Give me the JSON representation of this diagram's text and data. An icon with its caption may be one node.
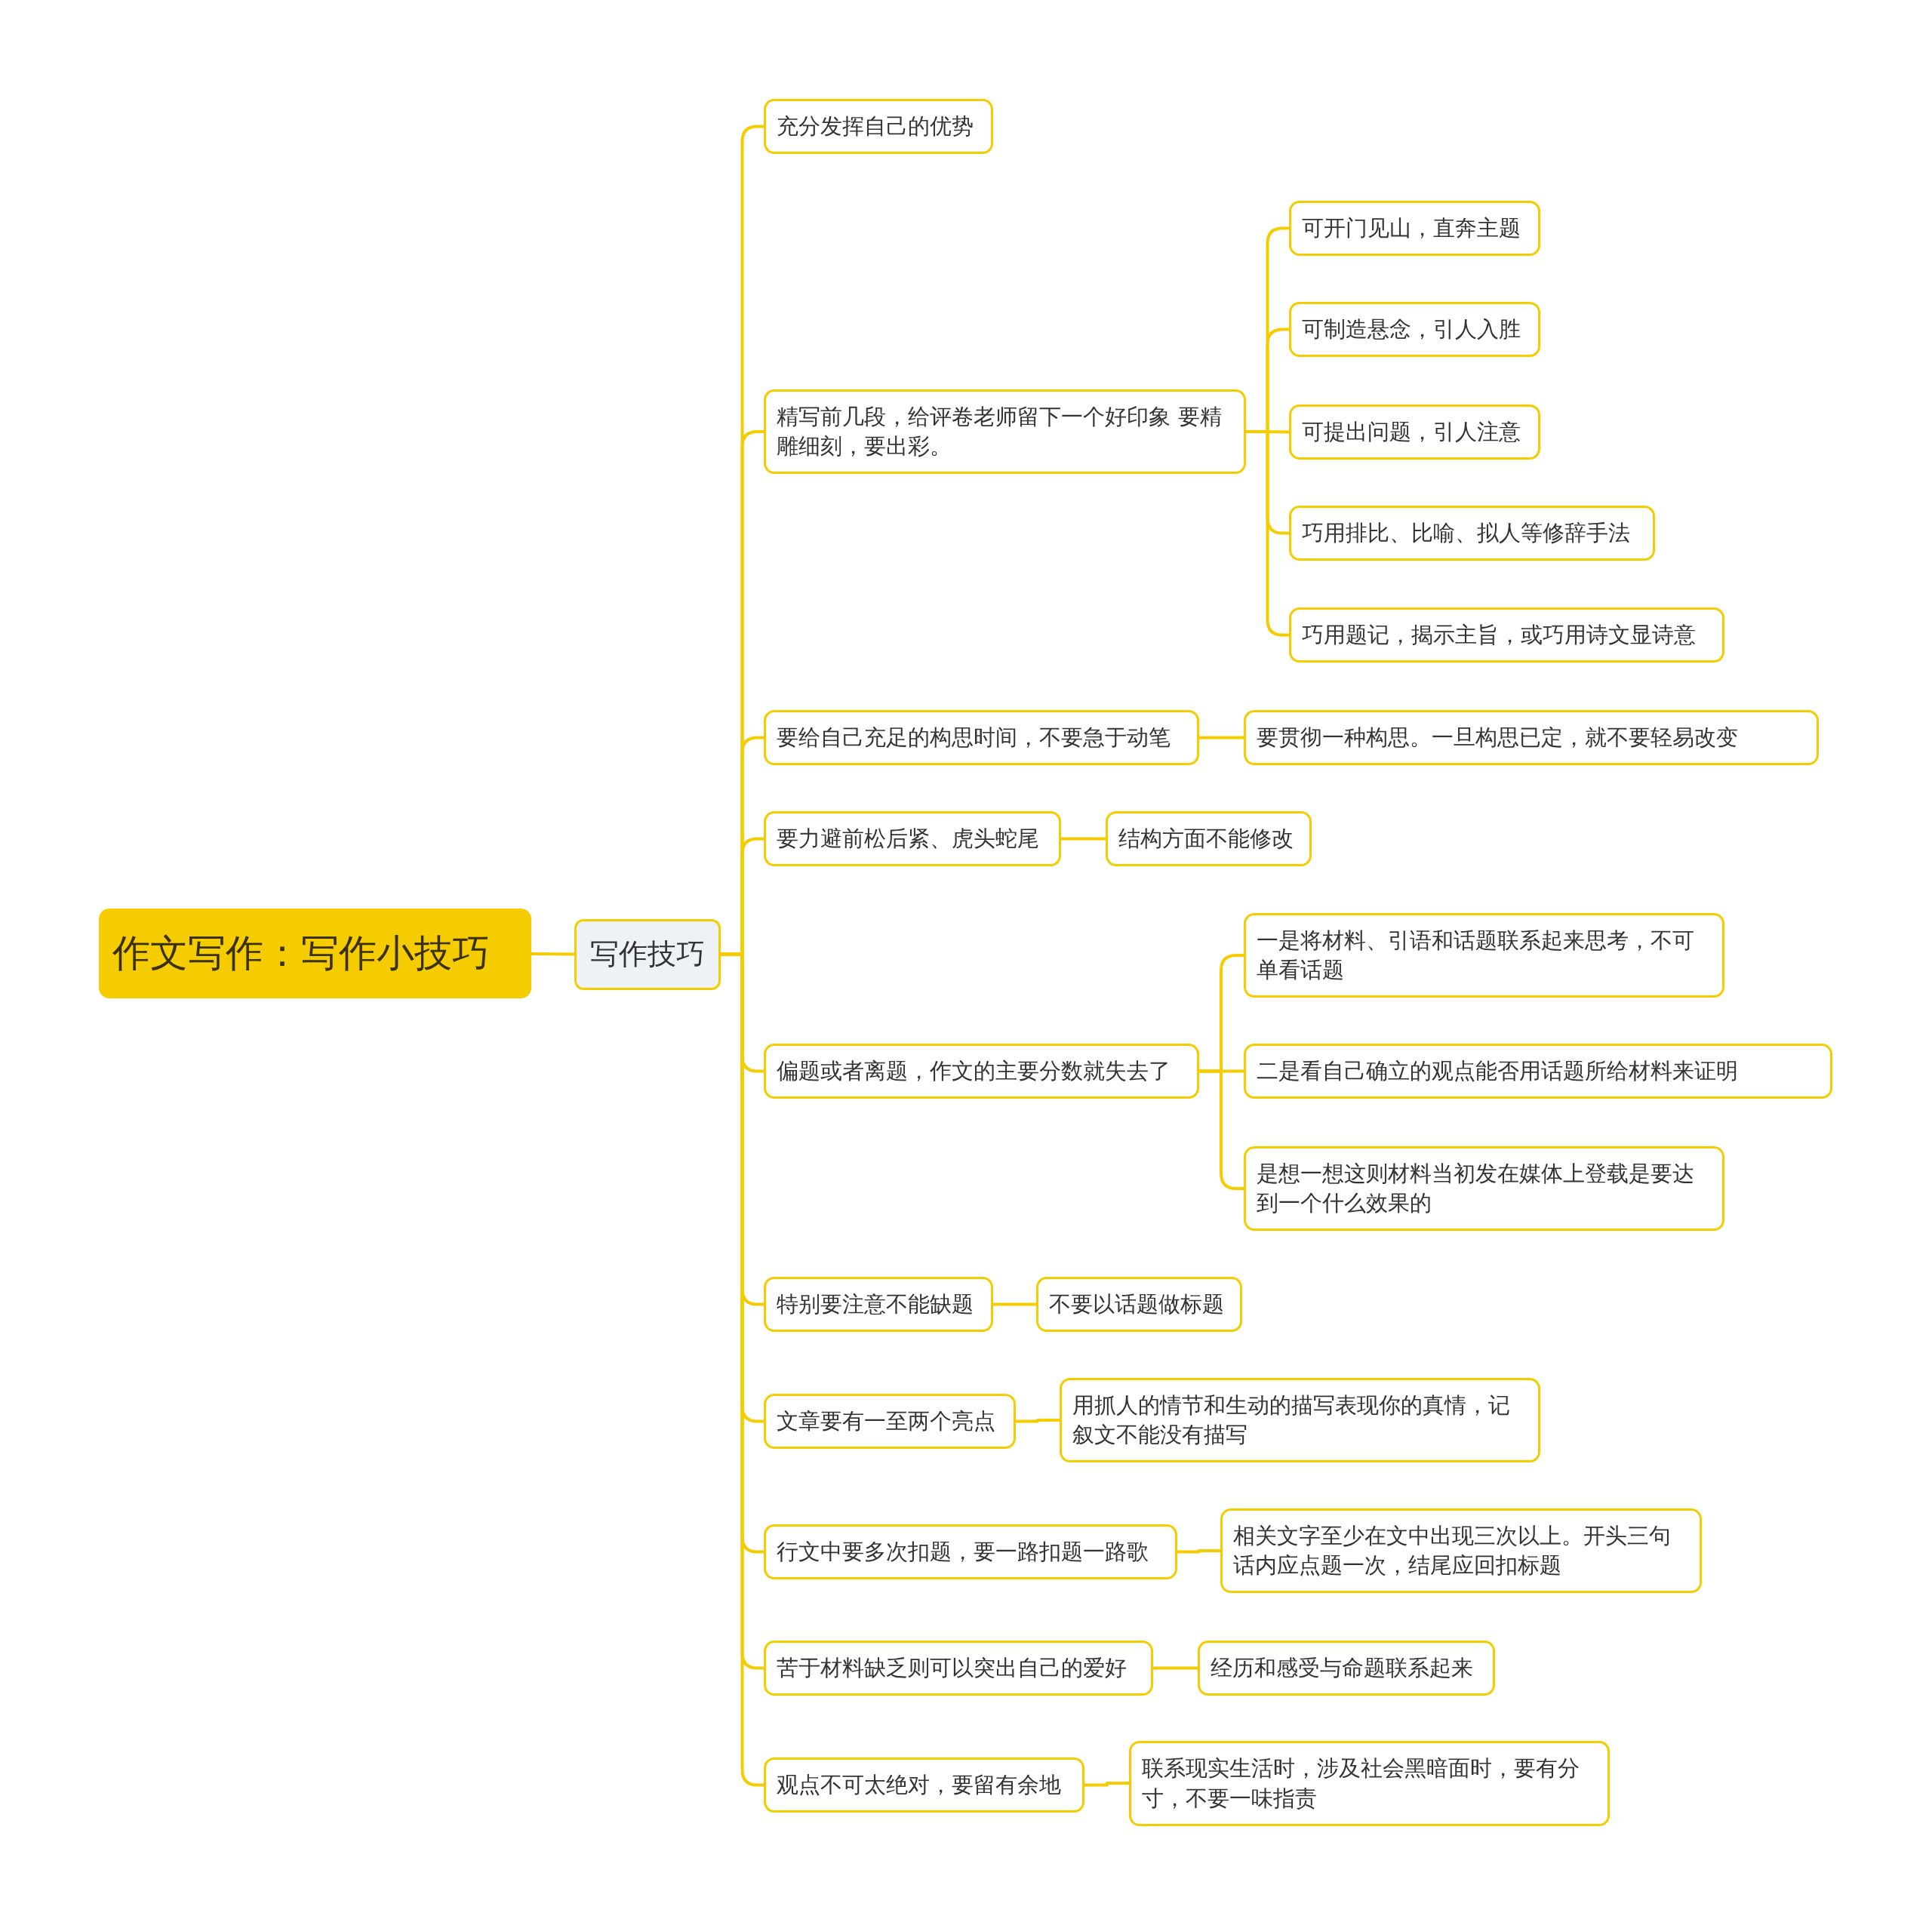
{
  "diagram": {
    "nodes": [
      {
        "text": [
          "作文写作：写作小技巧"
        ]
      },
      {
        "text": [
          "写作技巧"
        ]
      },
      {
        "text": [
          "充分发挥自己的优势"
        ]
      },
      {
        "text": [
          "精写前几段，给评卷老师留下一个好印象 要精雕细刻，要出彩。"
        ]
      },
      {
        "text": [
          "可开门见山，直奔主题"
        ]
      },
      {
        "text": [
          "可制造悬念，引人入胜"
        ]
      },
      {
        "text": [
          "可提出问题，引人注意"
        ]
      },
      {
        "text": [
          "巧用排比、比喻、拟人等修辞手法"
        ]
      },
      {
        "text": [
          "巧用题记，揭示主旨，或巧用诗文显诗意"
        ]
      },
      {
        "text": [
          "要给自己充足的构思时间，不要急于动笔"
        ]
      },
      {
        "text": [
          "要贯彻一种构思。一旦构思已定，就不要轻易改变"
        ]
      },
      {
        "text": [
          "要力避前松后紧、虎头蛇尾"
        ]
      },
      {
        "text": [
          "结构方面不能修改"
        ]
      },
      {
        "text": [
          "偏题或者离题，作文的主要分数就失去了"
        ]
      },
      {
        "text": [
          "一是将材料、引语和话题联系起来思考，不可单看话题"
        ]
      },
      {
        "text": [
          "二是看自己确立的观点能否用话题所给材料来证明"
        ]
      },
      {
        "text": [
          "是想一想这则材料当初发在媒体上登载是要达到一个什么效果的"
        ]
      },
      {
        "text": [
          "特别要注意不能缺题"
        ]
      },
      {
        "text": [
          "不要以话题做标题"
        ]
      },
      {
        "text": [
          "文章要有一至两个亮点"
        ]
      },
      {
        "text": [
          "用抓人的情节和生动的描写表现你的真情，记叙文不能没有描写"
        ]
      },
      {
        "text": [
          "行文中要多次扣题，要一路扣题一路歌"
        ]
      },
      {
        "text": [
          "相关文字至少在文中出现三次以上。开头三句话内应点题一次，结尾应回扣标题"
        ]
      },
      {
        "text": [
          "苦于材料缺乏则可以突出自己的爱好"
        ]
      },
      {
        "text": [
          "经历和感受与命题联系起来"
        ]
      },
      {
        "text": [
          "观点不可太绝对，要留有余地"
        ]
      },
      {
        "text": [
          "联系现实生活时，涉及社会黑暗面时，要有分寸，不要一味指责"
        ]
      }
    ],
    "edges": [
      {
        "from": 0,
        "to": 1,
        "arrow": "none"
      },
      {
        "from": 1,
        "to": 2,
        "arrow": "none"
      },
      {
        "from": 1,
        "to": 3,
        "arrow": "none"
      },
      {
        "from": 3,
        "to": 4,
        "arrow": "none"
      },
      {
        "from": 3,
        "to": 5,
        "arrow": "none"
      },
      {
        "from": 3,
        "to": 6,
        "arrow": "none"
      },
      {
        "from": 3,
        "to": 7,
        "arrow": "none"
      },
      {
        "from": 3,
        "to": 8,
        "arrow": "none"
      },
      {
        "from": 1,
        "to": 9,
        "arrow": "none"
      },
      {
        "from": 9,
        "to": 10,
        "arrow": "none"
      },
      {
        "from": 1,
        "to": 11,
        "arrow": "none"
      },
      {
        "from": 11,
        "to": 12,
        "arrow": "none"
      },
      {
        "from": 1,
        "to": 13,
        "arrow": "none"
      },
      {
        "from": 13,
        "to": 14,
        "arrow": "none"
      },
      {
        "from": 13,
        "to": 15,
        "arrow": "none"
      },
      {
        "from": 13,
        "to": 16,
        "arrow": "none"
      },
      {
        "from": 1,
        "to": 17,
        "arrow": "none"
      },
      {
        "from": 17,
        "to": 18,
        "arrow": "none"
      },
      {
        "from": 1,
        "to": 19,
        "arrow": "none"
      },
      {
        "from": 19,
        "to": 20,
        "arrow": "none"
      },
      {
        "from": 1,
        "to": 21,
        "arrow": "none"
      },
      {
        "from": 21,
        "to": 22,
        "arrow": "none"
      },
      {
        "from": 1,
        "to": 23,
        "arrow": "none"
      },
      {
        "from": 23,
        "to": 24,
        "arrow": "none"
      },
      {
        "from": 1,
        "to": 25,
        "arrow": "none"
      },
      {
        "from": 25,
        "to": 26,
        "arrow": "none"
      }
    ]
  }
}
